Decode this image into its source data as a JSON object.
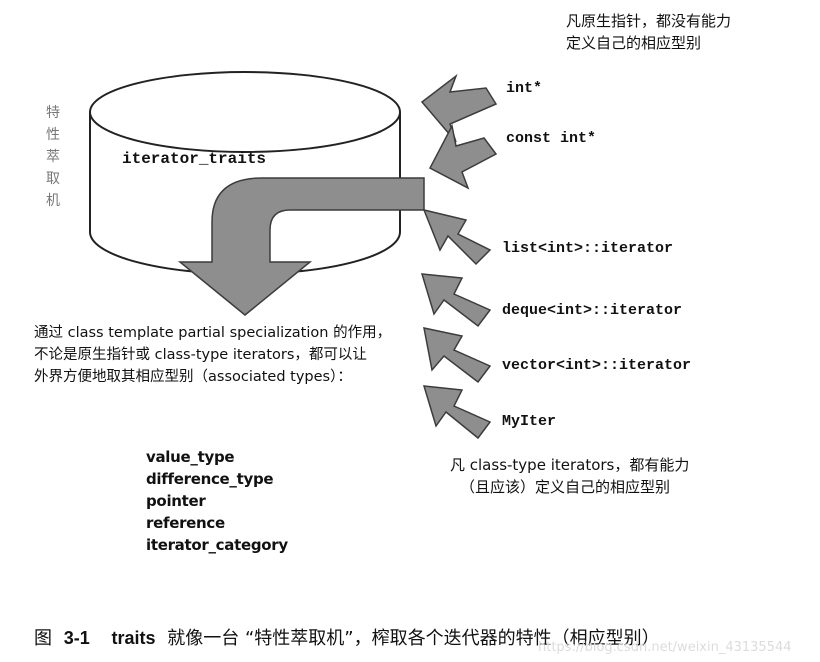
{
  "machine": {
    "vertical_label": [
      "特",
      "性",
      "萃",
      "取",
      "机"
    ],
    "cylinder_label": "iterator_traits"
  },
  "notes": {
    "top_right": [
      "凡原生指针，都没有能力",
      "定义自己的相应型别"
    ],
    "bottom_right": [
      "凡 class-type iterators，都有能力",
      "（且应该）定义自己的相应型别"
    ],
    "middle_left": [
      "通过 class template partial specialization 的作用，",
      "不论是原生指针或 class-type iterators，都可以让",
      "外界方便地取其相应型别（associated types）："
    ]
  },
  "inputs": [
    "int*",
    "const int*",
    "list<int>::iterator",
    "deque<int>::iterator",
    "vector<int>::iterator",
    "MyIter"
  ],
  "associated_types": [
    "value_type",
    "difference_type",
    "pointer",
    "reference",
    "iterator_category"
  ],
  "caption": {
    "prefix": "图",
    "number": "3-1",
    "keyword": "traits",
    "text": "就像一台 “特性萃取机”，榨取各个迭代器的特性（相应型别）"
  },
  "watermark": "https://blog.csdn.net/weixin_43135544",
  "colors": {
    "arrow": "#8e8e8e",
    "arrow_dark": "#4a4a4a",
    "outline": "#222222"
  }
}
